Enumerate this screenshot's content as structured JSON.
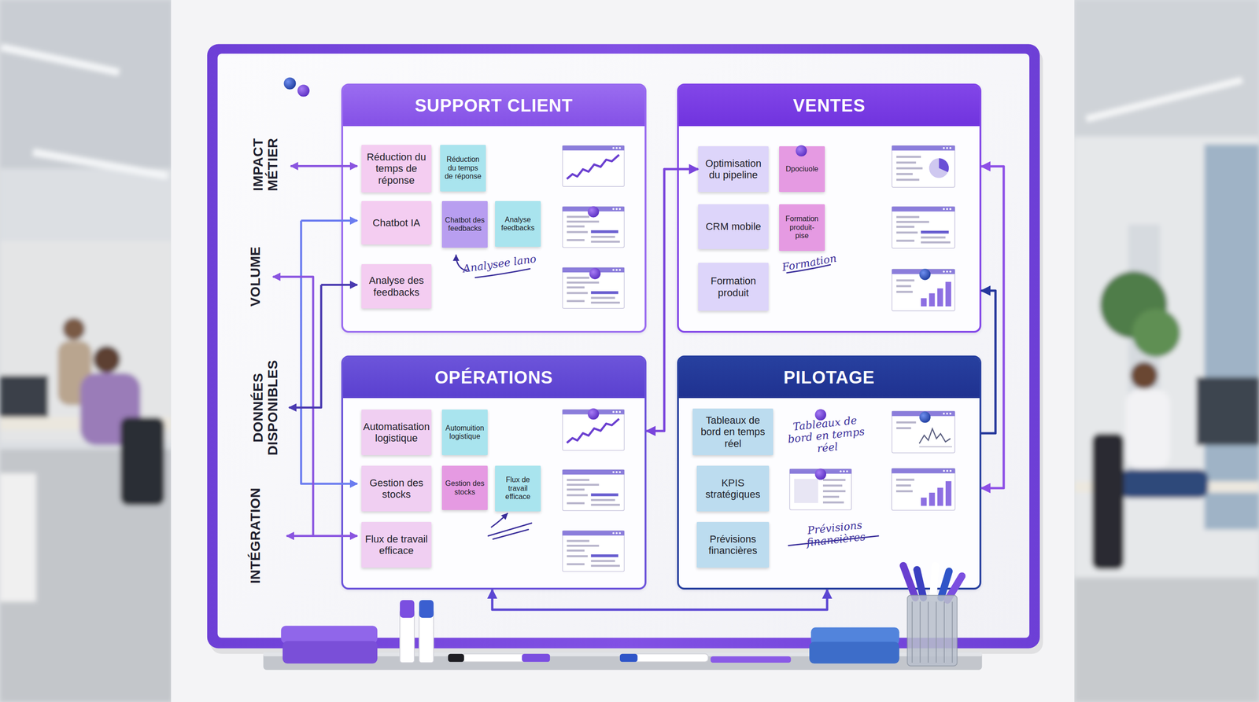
{
  "diagram": {
    "nodes": [
      {
        "text": [
          "SUPPORT CLIENT"
        ]
      },
      {
        "text": [
          "Réduction du temps de réponse"
        ],
        "in": 0
      },
      {
        "text": [
          "Réduction du temps de réponse"
        ],
        "in": 0
      },
      {
        "text": [
          "Chatbot IA"
        ],
        "in": 0
      },
      {
        "text": [
          "Chatbot des feedbacks"
        ],
        "in": 0
      },
      {
        "text": [
          "Analyse feedbacks"
        ],
        "in": 0
      },
      {
        "text": [
          "Analyse des feedbacks"
        ],
        "in": 0
      },
      {
        "text": [
          "VENTES"
        ]
      },
      {
        "text": [
          "Optimisation du pipeline"
        ],
        "in": 7
      },
      {
        "text": [
          "Dpociuole"
        ],
        "in": 7
      },
      {
        "text": [
          "CRM mobile"
        ],
        "in": 7
      },
      {
        "text": [
          "Formation produit- pise"
        ],
        "in": 7
      },
      {
        "text": [
          "Formation produit"
        ],
        "in": 7
      },
      {
        "text": [
          "OPÉRATIONS"
        ]
      },
      {
        "text": [
          "Automatisation logistique"
        ],
        "in": 13
      },
      {
        "text": [
          "Automuition logistique"
        ],
        "in": 13
      },
      {
        "text": [
          "Gestion des stocks"
        ],
        "in": 13
      },
      {
        "text": [
          "Gestion des stocks"
        ],
        "in": 13
      },
      {
        "text": [
          "Flux de travail efficace"
        ],
        "in": 13
      },
      {
        "text": [
          "Flux de travail efficace"
        ],
        "in": 13
      },
      {
        "text": [
          "PILOTAGE"
        ]
      },
      {
        "text": [
          "Tableaux de bord en temps réel"
        ],
        "in": 20
      },
      {
        "text": [
          "KPIS stratégiques"
        ],
        "in": 20
      },
      {
        "text": [
          "Prévisions financières"
        ],
        "in": 20
      }
    ],
    "edges": [
      {
        "from": 8,
        "to": 13,
        "arrow": "both"
      },
      {
        "from": 7,
        "to": 20,
        "arrow": "both"
      },
      {
        "from": 20,
        "to": 7,
        "arrow": "to"
      },
      {
        "from": 13,
        "to": 20,
        "arrow": "both"
      }
    ],
    "labels": [
      "IMPACT MÉTIER",
      "VOLUME",
      "DONNÉES DISPONIBLES",
      "INTÉGRATION",
      "Analysee lano",
      "Formation",
      "Tableaux de bord en temps réel",
      "Prévisions financières"
    ]
  }
}
